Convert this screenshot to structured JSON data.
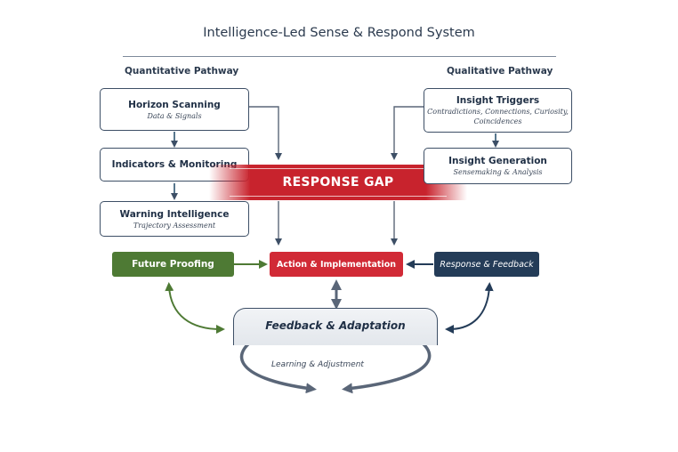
{
  "title": "Intelligence-Led Sense & Respond System",
  "pathways": {
    "left": "Quantitative Pathway",
    "right": "Qualitative Pathway"
  },
  "quantitative": [
    {
      "heading": "Horizon Scanning",
      "sub": "Data & Signals"
    },
    {
      "heading": "Indicators & Monitoring",
      "sub": ""
    },
    {
      "heading": "Warning Intelligence",
      "sub": "Trajectory Assessment"
    }
  ],
  "qualitative": [
    {
      "heading": "Insight Triggers",
      "sub": "Contradictions, Connections, Curiosity,",
      "sub2": "Coincidences"
    },
    {
      "heading": "Insight Generation",
      "sub": "Sensemaking & Analysis"
    }
  ],
  "response_gap": "RESPONSE GAP",
  "actions": {
    "future_proofing": "Future Proofing",
    "action_implementation": "Action & Implementation",
    "response_feedback": "Response & Feedback"
  },
  "feedback": {
    "title": "Feedback & Adaptation",
    "loop_label": "Learning & Adjustment"
  },
  "colors": {
    "green": "#4e7a34",
    "red": "#d12a36",
    "navy": "#243c58",
    "arrow": "#5a6678"
  }
}
